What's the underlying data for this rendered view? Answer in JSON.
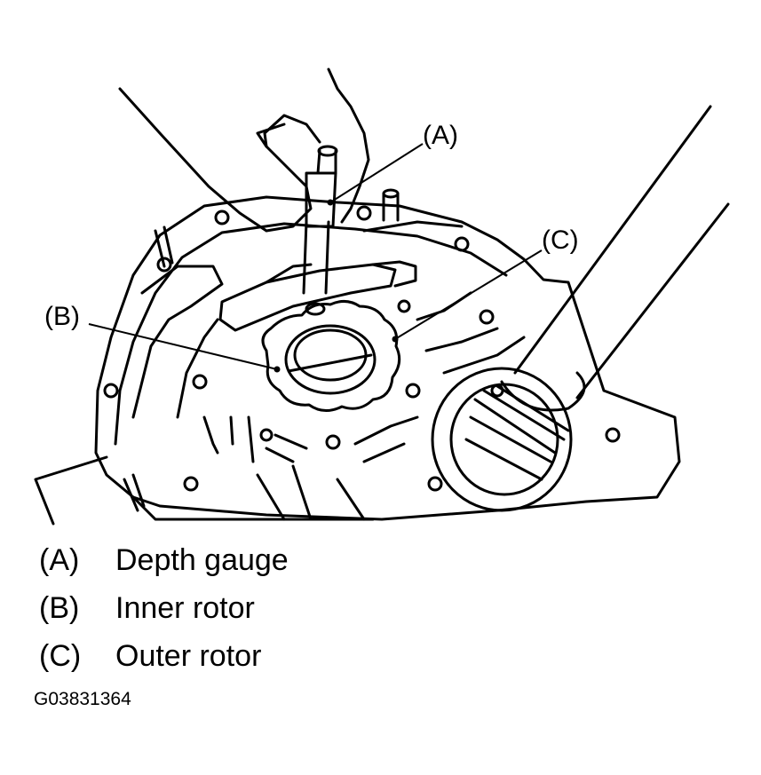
{
  "callouts": {
    "a": "(A)",
    "b": "(B)",
    "c": "(C)"
  },
  "legend": [
    {
      "key": "(A)",
      "text": "Depth gauge"
    },
    {
      "key": "(B)",
      "text": "Inner rotor"
    },
    {
      "key": "(C)",
      "text": "Outer rotor"
    }
  ],
  "figure_id": "G03831364"
}
